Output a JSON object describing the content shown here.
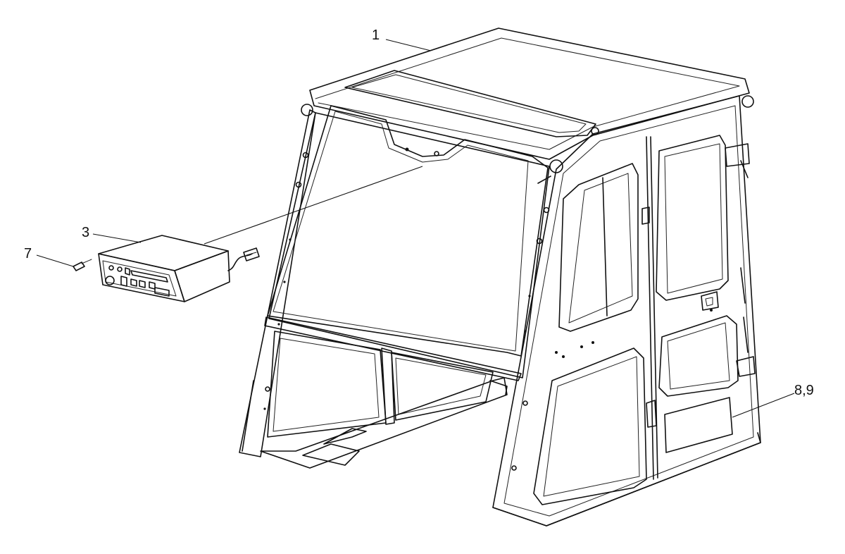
{
  "callouts": {
    "cab": "1",
    "radio": "3",
    "screw": "7",
    "label": "8,9"
  }
}
